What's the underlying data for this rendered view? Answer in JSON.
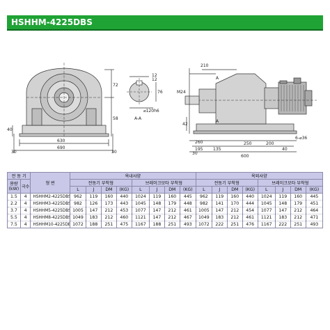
{
  "title": "HSHHM-4225DBS",
  "drawing": {
    "dims": {
      "d30_left": "30",
      "d630": "630",
      "d690": "690",
      "d30_right": "30",
      "d72": "72",
      "d58": "58",
      "d40_left": "40",
      "d1": "12",
      "d2": "12",
      "d3": "76",
      "shaft": "⌀120h6",
      "section": "A-A",
      "m24": "M24",
      "d42": "42",
      "d210": "210",
      "d260": "260",
      "d195": "195",
      "d135": "135",
      "d250": "250",
      "d200": "200",
      "d30b": "30",
      "d40b": "40",
      "d600": "600",
      "holes": "6-⌀36",
      "a_mark": "A"
    }
  },
  "table": {
    "header": {
      "motor": "전 동 기",
      "capacity": "용량\n(kW)",
      "poles": "극수",
      "model": "형 번",
      "indoor": "옥내사양",
      "outdoor": "옥외사양",
      "motor_attach": "전동기 부착형",
      "brake_attach": "브레이크모타 부착형",
      "cols": [
        "L",
        "J",
        "DM",
        "(KG)"
      ]
    },
    "rows": [
      {
        "kw": "1.5",
        "p": "4",
        "model": "HSHHM2-4225DBS",
        "v": [
          "962",
          "119",
          "160",
          "440",
          "1024",
          "119",
          "160",
          "445",
          "962",
          "119",
          "160",
          "440",
          "1024",
          "119",
          "160",
          "445"
        ]
      },
      {
        "kw": "2.2",
        "p": "4",
        "model": "HSHHM3-4225DBS",
        "v": [
          "982",
          "126",
          "173",
          "443",
          "1045",
          "148",
          "179",
          "448",
          "982",
          "141",
          "170",
          "444",
          "1045",
          "148",
          "179",
          "451"
        ]
      },
      {
        "kw": "3.7",
        "p": "4",
        "model": "HSHHM5-4225DBS",
        "v": [
          "1005",
          "147",
          "212",
          "453",
          "1077",
          "147",
          "212",
          "461",
          "1005",
          "147",
          "212",
          "454",
          "1077",
          "147",
          "212",
          "464"
        ]
      },
      {
        "kw": "5.5",
        "p": "4",
        "model": "HSHHM8-4225DBS",
        "v": [
          "1049",
          "183",
          "212",
          "460",
          "1121",
          "147",
          "212",
          "467",
          "1049",
          "183",
          "212",
          "461",
          "1121",
          "183",
          "212",
          "471"
        ]
      },
      {
        "kw": "7.5",
        "p": "4",
        "model": "HSHHM10-4225DBS",
        "v": [
          "1072",
          "188",
          "251",
          "475",
          "1167",
          "188",
          "251",
          "493",
          "1072",
          "222",
          "251",
          "476",
          "1167",
          "222",
          "251",
          "493"
        ]
      }
    ]
  }
}
